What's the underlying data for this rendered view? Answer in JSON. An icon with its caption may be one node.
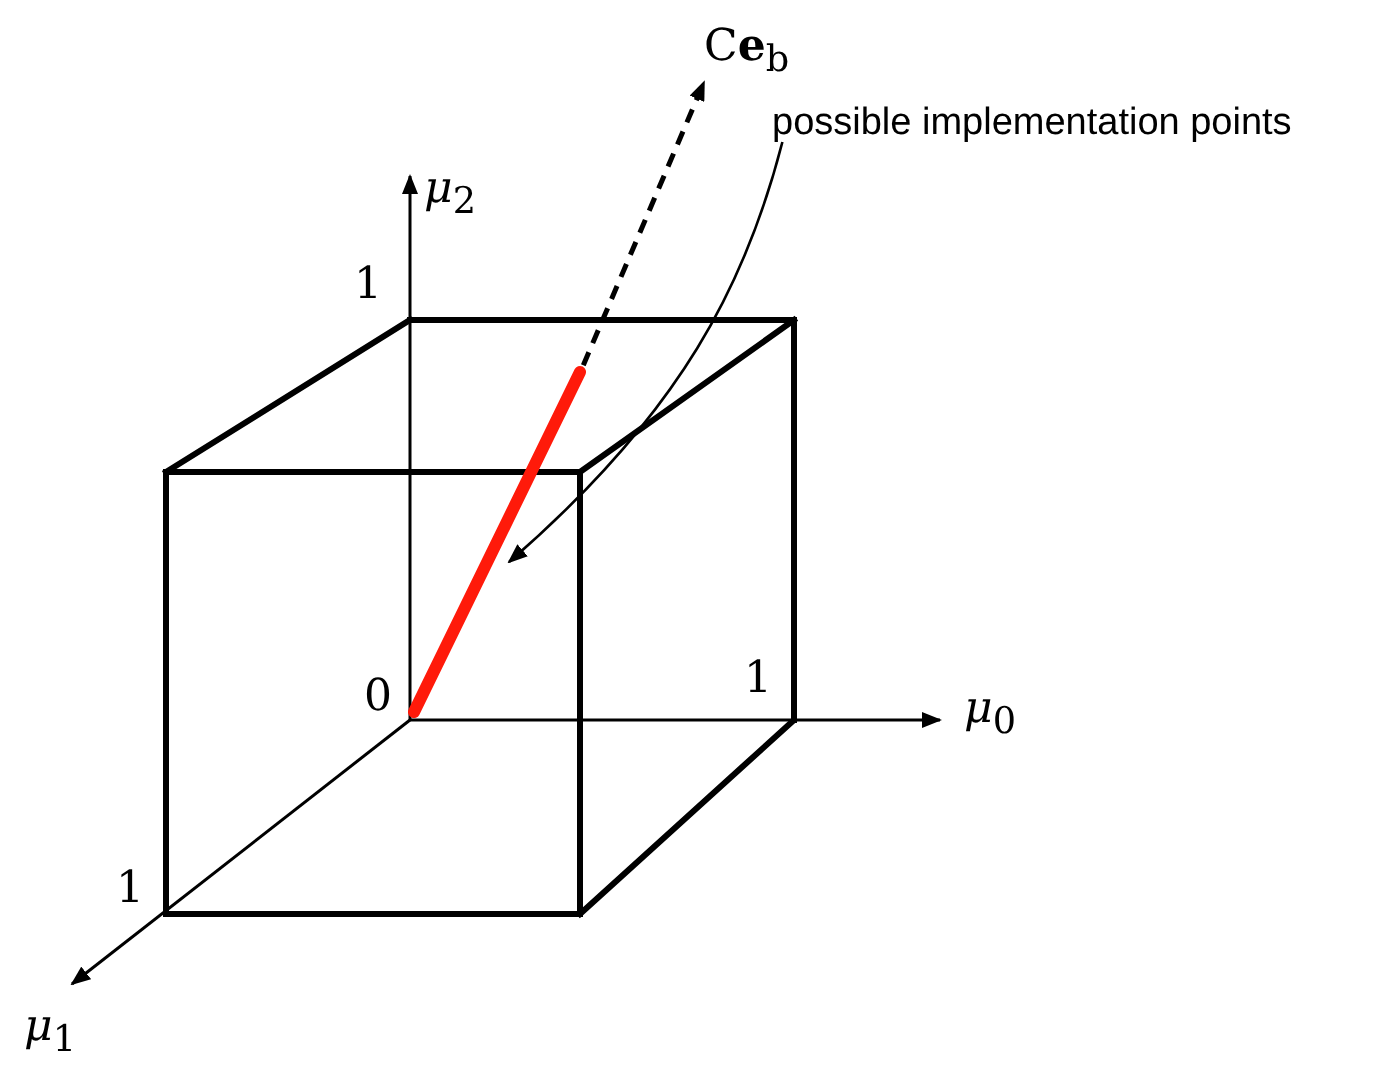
{
  "diagram": {
    "nodes": [
      {
        "text": [
          "possible implementation points"
        ]
      },
      {
        "text": [],
        "shape": "bar"
      },
      {
        "text": [
          "C**e**$_{b}$"
        ]
      }
    ],
    "edges": [
      {
        "from": 0,
        "to": 1,
        "arrow": "to"
      },
      {
        "from": 1,
        "to": 2,
        "arrow": "to",
        "style": "dashed"
      }
    ],
    "labels": [
      "*μ*$_{2}$",
      "1",
      "0",
      "1",
      "*μ*$_{0}$",
      "1",
      "*μ*$_{1}$"
    ]
  }
}
